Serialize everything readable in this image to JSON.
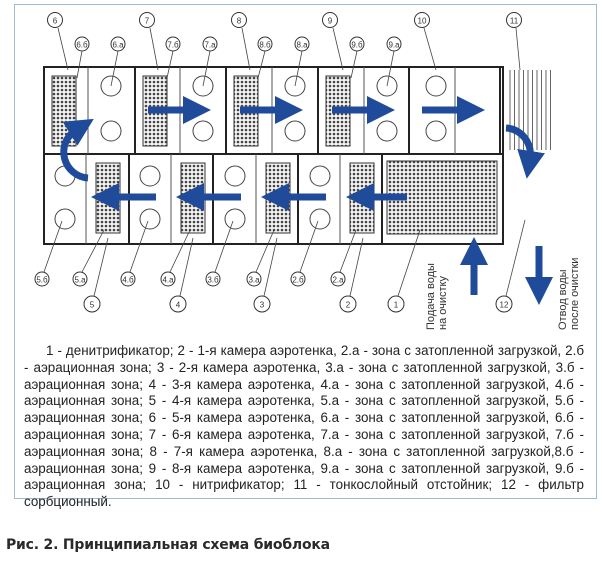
{
  "figure": {
    "caption": "Рис. 2. Принципиальная схема биоблока",
    "legend_text": "1 - денитрификатор; 2 - 1-я камера аэротенка, 2.а - зона с затопленной загрузкой, 2.б - аэрационная зона; 3 - 2-я камера аэротенка, 3.а - зона с затопленной загрузкой, 3.б - аэрационная зона; 4 - 3-я камера аэротенка, 4.а - зона с затопленной загрузкой, 4.б - аэрационная зона; 5 - 4-я камера аэротенка, 5.а - зона с затопленной загрузкой, 5.б - аэрационная зона; 6 - 5-я камера аэротенка, 6.а - зона с затопленной загрузкой, 6.б - аэрационная зона; 7 - 6-я камера аэротенка, 7.а - зона с затопленной загрузкой, 7.б - аэрационная зона; 8 - 7-я камера аэротенка, 8.а - зона с затопленной загрузкой,8.б - аэрационная зона; 9 - 8-я камера аэротенка, 9.а - зона с затопленной загрузкой, 9.б - аэрационная зона; 10 - нитрификатор; 11 - тонкослойный отстойник; 12 - фильтр сорбционный."
  },
  "colors": {
    "arrow": "#1f4b9a",
    "frame_border": "#9dbbd3",
    "outline": "#222222"
  },
  "diagram": {
    "top_labels": {
      "main": [
        "6",
        "7",
        "8",
        "9",
        "10",
        "11"
      ],
      "sub": [
        "6.б",
        "6.а",
        "7.б",
        "7.а",
        "8.б",
        "8.а",
        "9.б",
        "9.а"
      ]
    },
    "bottom_labels": {
      "sub": [
        "5.б",
        "5.а",
        "4.б",
        "4.а",
        "3.б",
        "3.а",
        "2.б",
        "2.а"
      ],
      "main": [
        "5",
        "4",
        "3",
        "2",
        "1",
        "12"
      ]
    },
    "inflow_label": [
      "Подача воды",
      "на очистку"
    ],
    "outflow_label": [
      "Отвод воды",
      "после очистки"
    ]
  }
}
